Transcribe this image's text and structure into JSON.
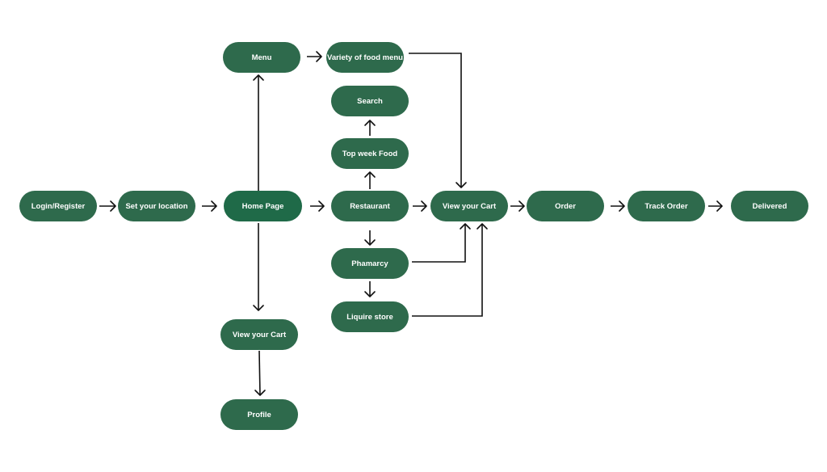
{
  "diagram": {
    "nodes": {
      "login_register": "Login/Register",
      "set_location": "Set your location",
      "home_page": "Home Page",
      "menu": "Menu",
      "variety_food_menu": "Variety of food menu",
      "search": "Search",
      "top_week_food": "Top week Food",
      "restaurant": "Restaurant",
      "view_cart_main": "View your Cart",
      "order": "Order",
      "track_order": "Track Order",
      "delivered": "Delivered",
      "phamarcy": "Phamarcy",
      "liquire_store": "Liquire store",
      "view_cart_home": "View your Cart",
      "profile": "Profile"
    },
    "colors": {
      "node_fill": "#2e6a4c",
      "home_fill": "#1f6a48",
      "node_text": "#ffffff",
      "connector": "#111111"
    }
  }
}
